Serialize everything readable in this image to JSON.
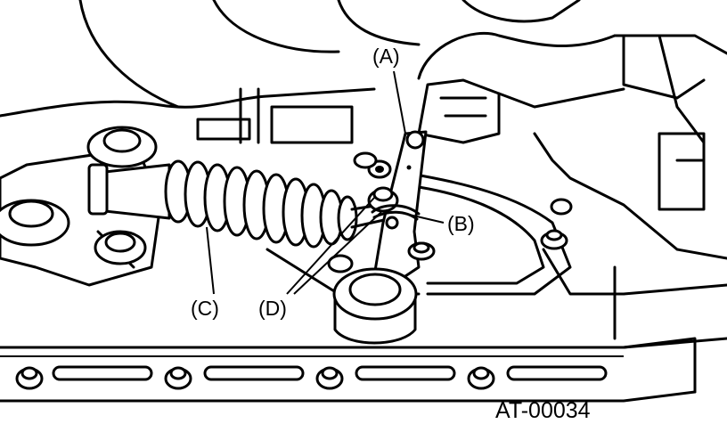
{
  "diagram": {
    "callouts": {
      "a": "(A)",
      "b": "(B)",
      "c": "(C)",
      "d": "(D)"
    },
    "figure_code": "AT-00034",
    "line_color": "#000000",
    "background_color": "#ffffff"
  }
}
